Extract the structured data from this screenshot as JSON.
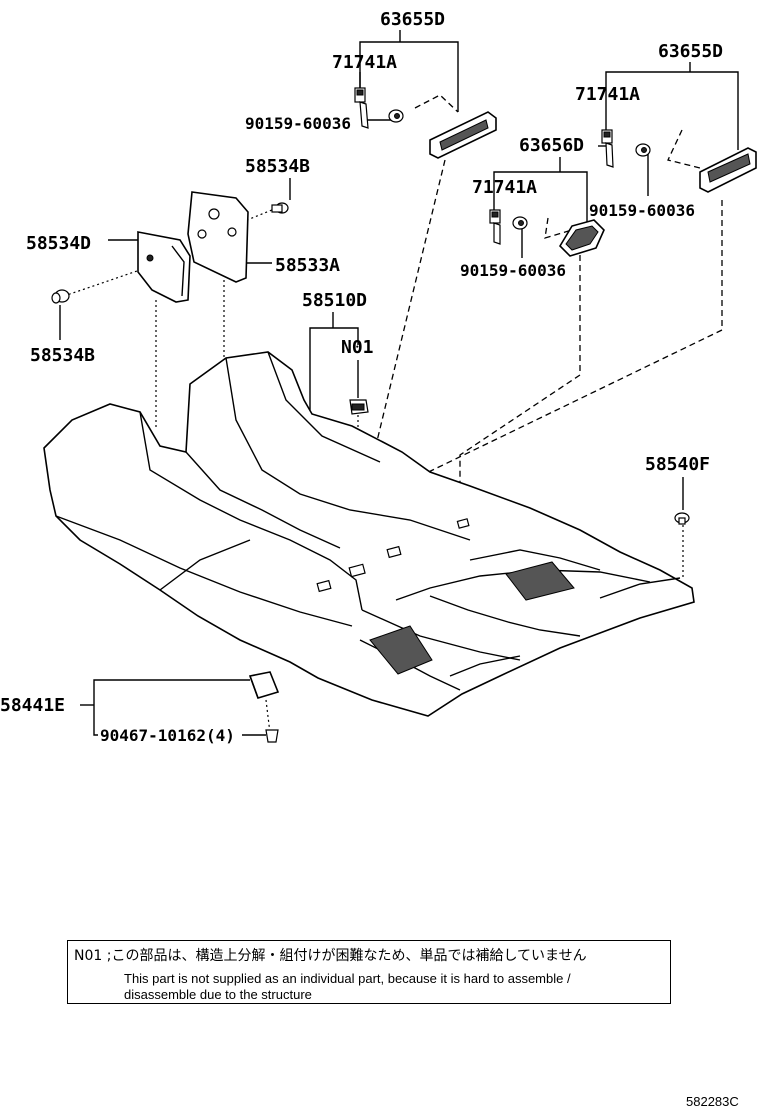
{
  "labels": {
    "p63655D_top": "63655D",
    "p71741A_top": "71741A",
    "p90159_top": "90159-60036",
    "p58534B_top": "58534B",
    "p58534D": "58534D",
    "p58533A": "58533A",
    "p58534B_bottom": "58534B",
    "p63655D_right": "63655D",
    "p71741A_right": "71741A",
    "p63656D": "63656D",
    "p71741A_mid": "71741A",
    "p90159_right": "90159-60036",
    "p90159_mid": "90159-60036",
    "p58510D": "58510D",
    "pN01": "N01",
    "p58540F": "58540F",
    "p58441E": "58441E",
    "p90467": "90467-10162(4)"
  },
  "note": {
    "jp": "N01 ;この部品は、構造上分解・組付けが困難なため、単品では補給していません",
    "en_line1": "This part is not supplied as an individual part, because it is hard to assemble /",
    "en_line2": "disassemble due to the structure"
  },
  "figure_code": "582283C"
}
